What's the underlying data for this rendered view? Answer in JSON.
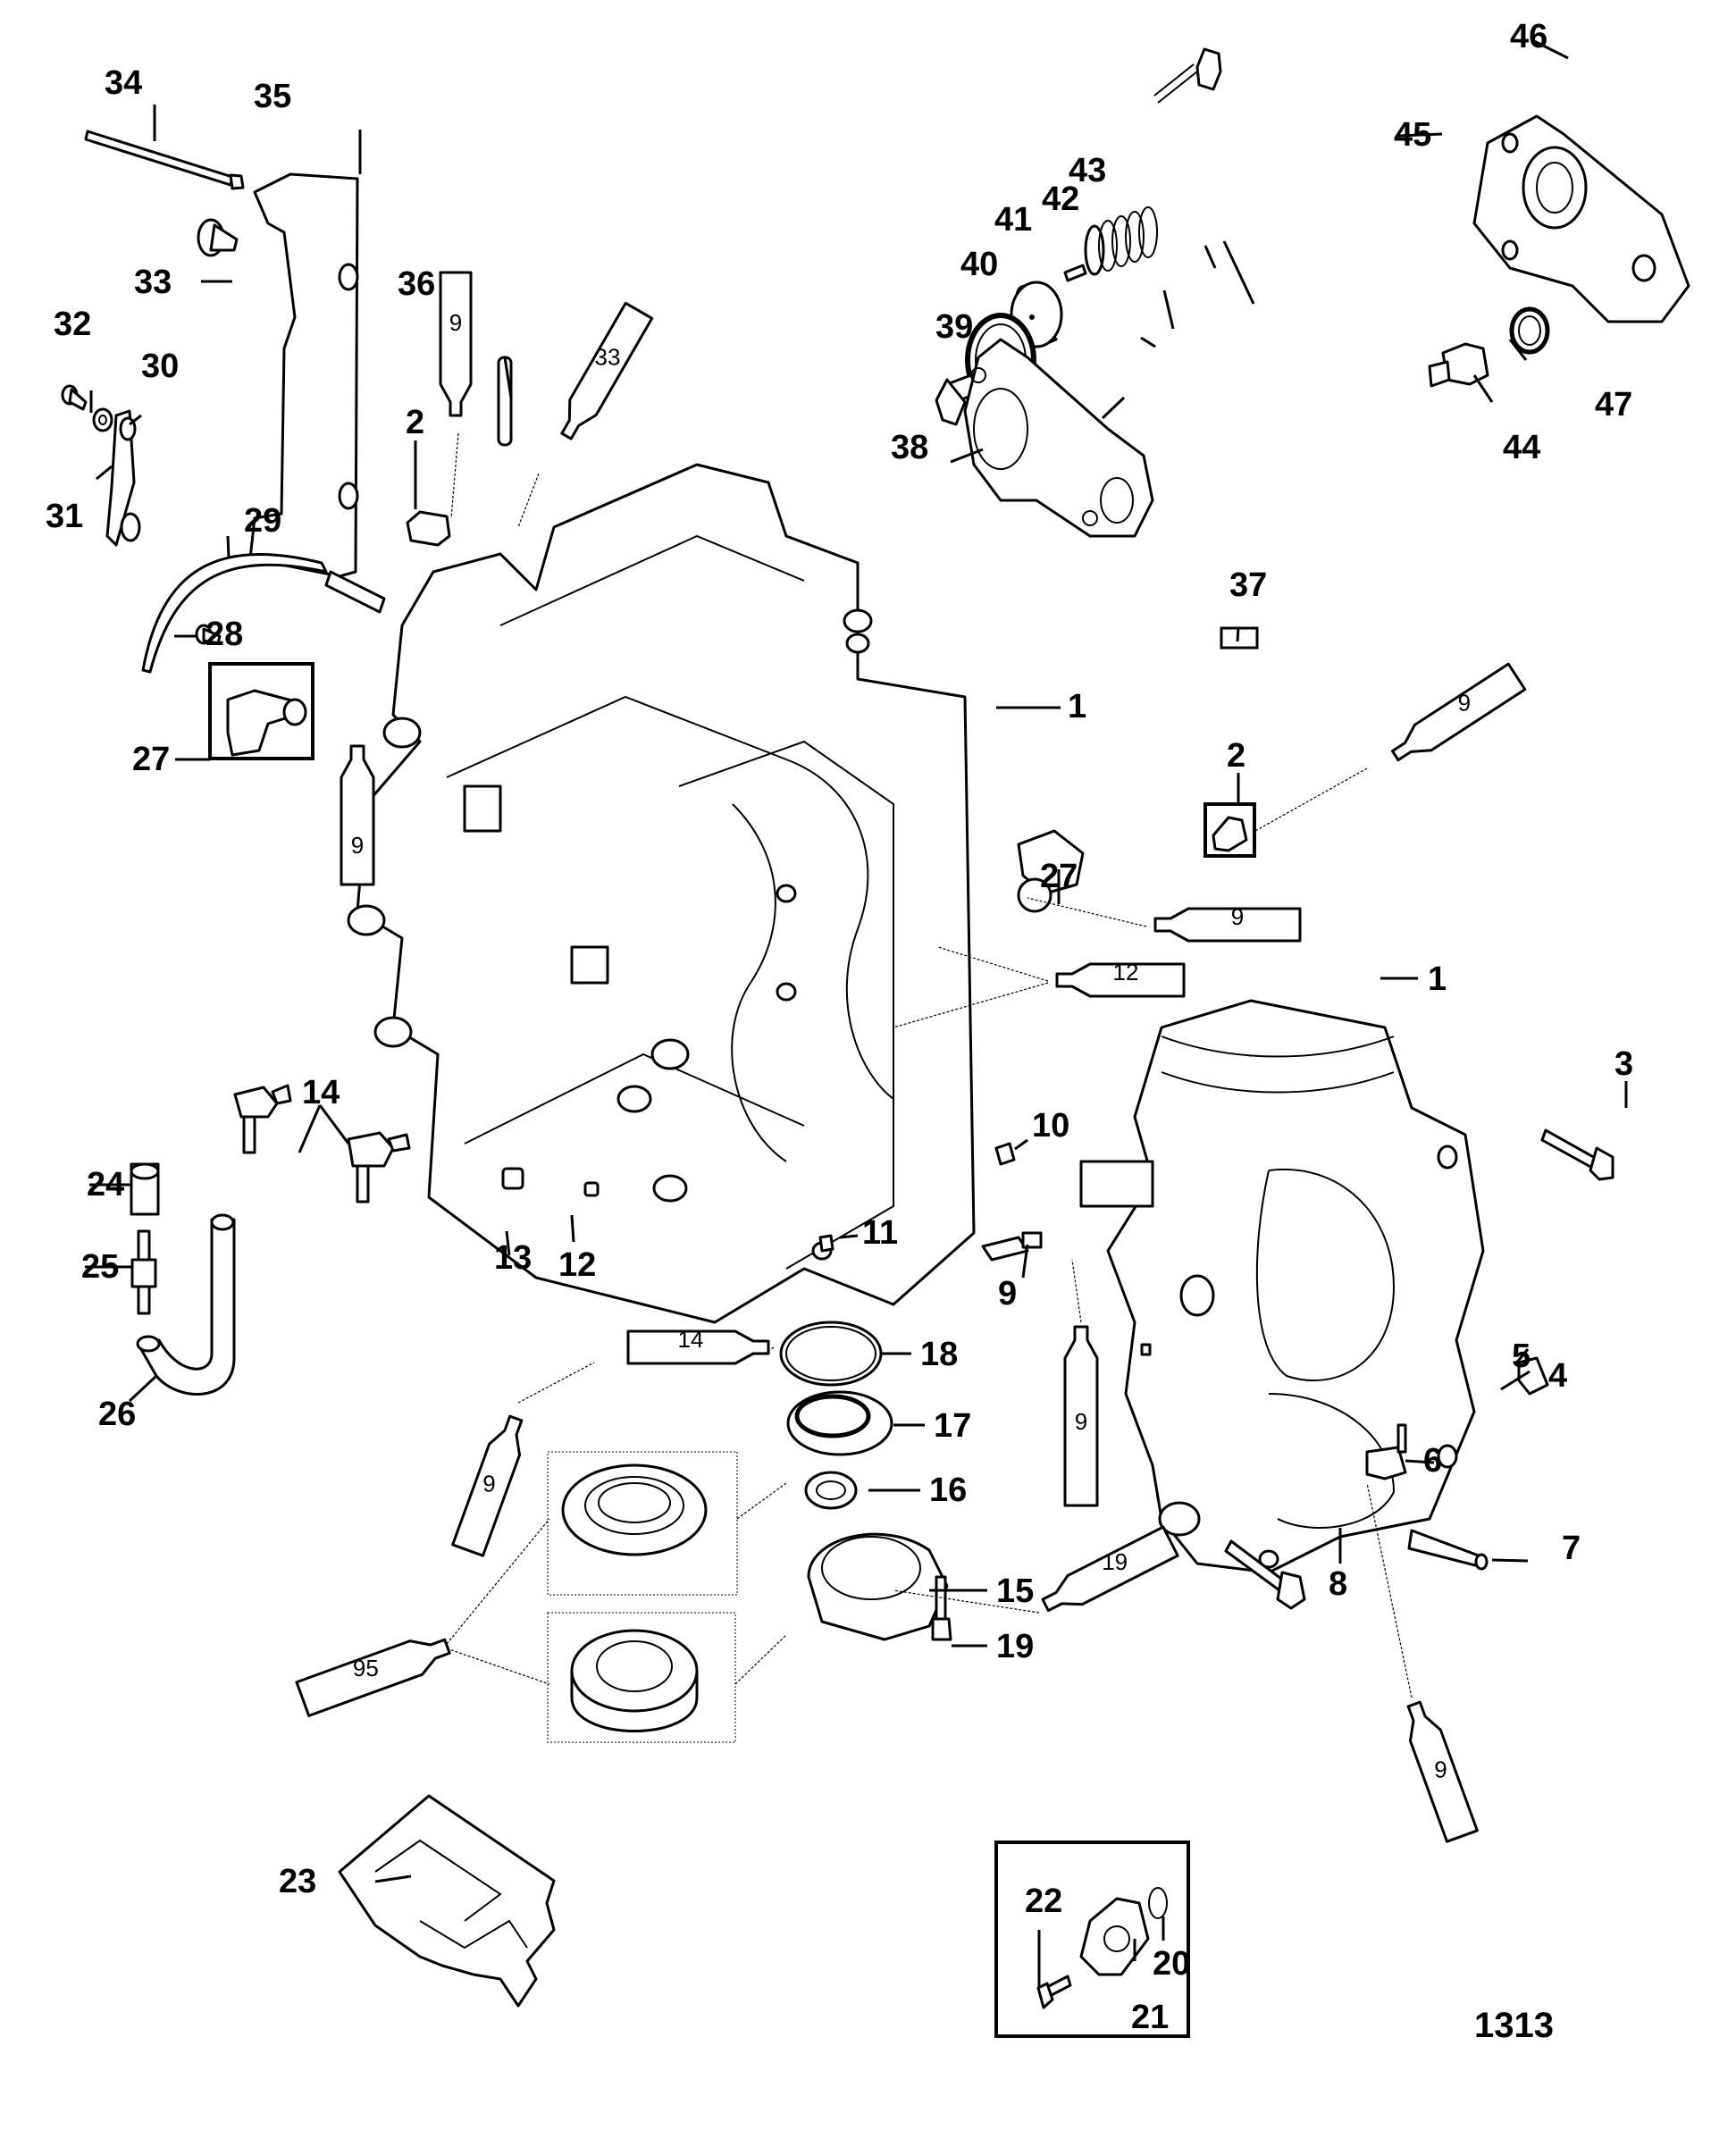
{
  "diagram": {
    "title": "Cylinder Block and Crankcase exploded parts view",
    "figure_number": "1313",
    "callouts": [
      {
        "id": "c1a",
        "label": "1"
      },
      {
        "id": "c1b",
        "label": "1"
      },
      {
        "id": "c2a",
        "label": "2"
      },
      {
        "id": "c2b",
        "label": "2"
      },
      {
        "id": "c3",
        "label": "3"
      },
      {
        "id": "c4",
        "label": "4"
      },
      {
        "id": "c5",
        "label": "5"
      },
      {
        "id": "c6",
        "label": "6"
      },
      {
        "id": "c7",
        "label": "7"
      },
      {
        "id": "c8",
        "label": "8"
      },
      {
        "id": "c9",
        "label": "9"
      },
      {
        "id": "c10",
        "label": "10"
      },
      {
        "id": "c11",
        "label": "11"
      },
      {
        "id": "c12",
        "label": "12"
      },
      {
        "id": "c13",
        "label": "13"
      },
      {
        "id": "c14",
        "label": "14"
      },
      {
        "id": "c15",
        "label": "15"
      },
      {
        "id": "c16",
        "label": "16"
      },
      {
        "id": "c17",
        "label": "17"
      },
      {
        "id": "c18",
        "label": "18"
      },
      {
        "id": "c19",
        "label": "19"
      },
      {
        "id": "c20",
        "label": "20"
      },
      {
        "id": "c21",
        "label": "21"
      },
      {
        "id": "c22",
        "label": "22"
      },
      {
        "id": "c23",
        "label": "23"
      },
      {
        "id": "c24",
        "label": "24"
      },
      {
        "id": "c25",
        "label": "25"
      },
      {
        "id": "c26",
        "label": "26"
      },
      {
        "id": "c27a",
        "label": "27"
      },
      {
        "id": "c27b",
        "label": "27"
      },
      {
        "id": "c28",
        "label": "28"
      },
      {
        "id": "c29",
        "label": "29"
      },
      {
        "id": "c30",
        "label": "30"
      },
      {
        "id": "c31",
        "label": "31"
      },
      {
        "id": "c32",
        "label": "32"
      },
      {
        "id": "c33",
        "label": "33"
      },
      {
        "id": "c34",
        "label": "34"
      },
      {
        "id": "c35",
        "label": "35"
      },
      {
        "id": "c36",
        "label": "36"
      },
      {
        "id": "c37",
        "label": "37"
      },
      {
        "id": "c38",
        "label": "38"
      },
      {
        "id": "c39",
        "label": "39"
      },
      {
        "id": "c40",
        "label": "40"
      },
      {
        "id": "c41",
        "label": "41"
      },
      {
        "id": "c42",
        "label": "42"
      },
      {
        "id": "c43",
        "label": "43"
      },
      {
        "id": "c44",
        "label": "44"
      },
      {
        "id": "c45",
        "label": "45"
      },
      {
        "id": "c46",
        "label": "46"
      },
      {
        "id": "c47",
        "label": "47"
      }
    ],
    "sealant_tubes": [
      {
        "id": "t9a",
        "label": "9"
      },
      {
        "id": "t33",
        "label": "33"
      },
      {
        "id": "t9b",
        "label": "9"
      },
      {
        "id": "t9c",
        "label": "9"
      },
      {
        "id": "t9d",
        "label": "9"
      },
      {
        "id": "t12",
        "label": "12"
      },
      {
        "id": "t14",
        "label": "14"
      },
      {
        "id": "t9e",
        "label": "9"
      },
      {
        "id": "t9f",
        "label": "9"
      },
      {
        "id": "t95",
        "label": "95"
      },
      {
        "id": "t19",
        "label": "19"
      },
      {
        "id": "t9g",
        "label": "9"
      }
    ]
  }
}
